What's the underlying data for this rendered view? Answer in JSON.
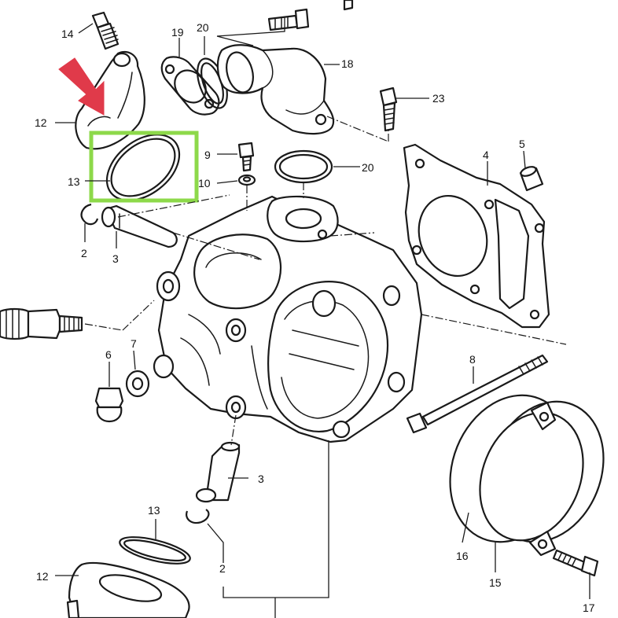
{
  "colors": {
    "highlight_box": "#8dd94a",
    "pointer_arrow": "#e03a4a",
    "line": "#1a1a1a"
  },
  "callouts": {
    "c14": "14",
    "c19": "19",
    "c20a": "20",
    "c18": "18",
    "c23": "23",
    "c12a": "12",
    "c13a": "13",
    "c9": "9",
    "c10": "10",
    "c20b": "20",
    "c4": "4",
    "c5": "5",
    "c2a": "2",
    "c3a": "3",
    "c6": "6",
    "c7": "7",
    "c8": "8",
    "c3b": "3",
    "c13b": "13",
    "c2b": "2",
    "c12b": "12",
    "c16": "16",
    "c15": "15",
    "c17": "17"
  }
}
